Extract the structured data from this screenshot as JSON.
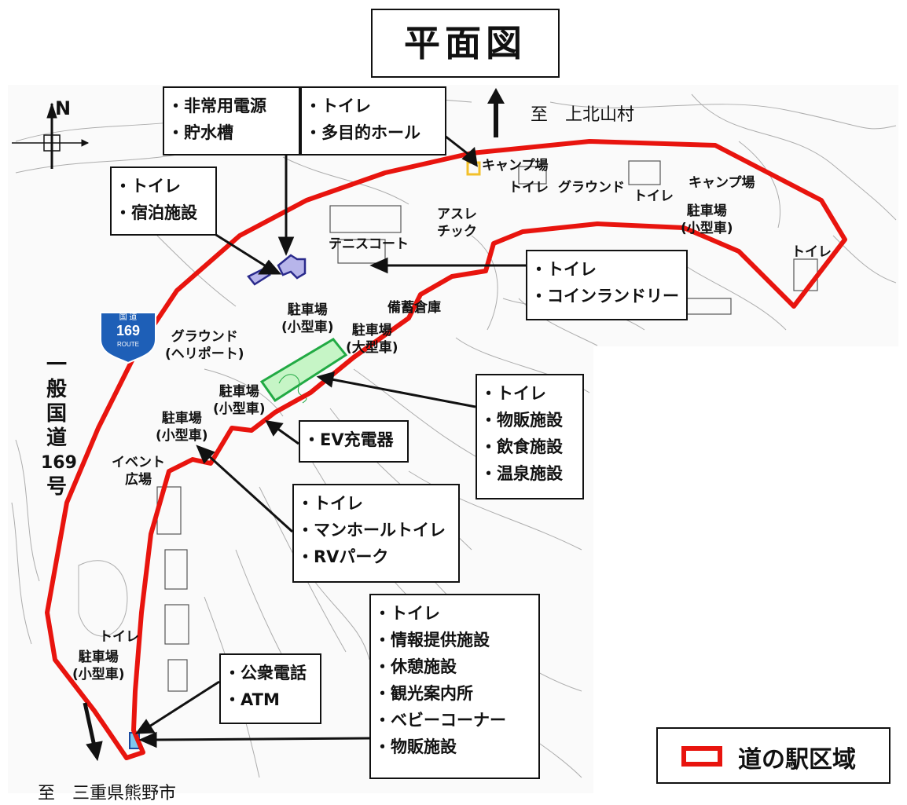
{
  "title": "平面図",
  "directions": {
    "north_mark": "N",
    "to_north": "至　上北山村",
    "to_south": "至　三重県熊野市"
  },
  "route_shield": {
    "top": "国 道",
    "number": "169",
    "bottom": "ROUTE"
  },
  "road_vertical_label": [
    "一",
    "般",
    "国",
    "道",
    "169",
    "号"
  ],
  "callouts": {
    "power": [
      "非常用電源",
      "貯水槽"
    ],
    "hall": [
      "トイレ",
      "多目的ホール"
    ],
    "lodging": [
      "トイレ",
      "宿泊施設"
    ],
    "laundry": [
      "トイレ",
      "コインランドリー"
    ],
    "onsen": [
      "トイレ",
      "物販施設",
      "飲食施設",
      "温泉施設"
    ],
    "ev": [
      "EV充電器"
    ],
    "rv": [
      "トイレ",
      "マンホールトイレ",
      "RVパーク"
    ],
    "phone": [
      "公衆電話",
      "ATM"
    ],
    "main": [
      "トイレ",
      "情報提供施設",
      "休憩施設",
      "観光案内所",
      "ベビーコーナー",
      "物販施設"
    ]
  },
  "map_labels": {
    "camp1": "キャンプ場",
    "toilet1": "トイレ",
    "ground1": "グラウンド",
    "toilet2": "トイレ",
    "camp2": "キャンプ場",
    "parking_ne_a": "駐車場",
    "parking_ne_b": "(小型車)",
    "toilet_ne": "トイレ",
    "athletic_a": "アスレ",
    "athletic_b": "チック",
    "tennis": "テニスコート",
    "storage": "備蓄倉庫",
    "p_small_a": "駐車場",
    "p_small_b": "(小型車)",
    "p_large_a": "駐車場",
    "p_large_b": "(大型車)",
    "heli_a": "グラウンド",
    "heli_b": "(ヘリポート)",
    "p_mid_a": "駐車場",
    "p_mid_b": "(小型車)",
    "p_low_a": "駐車場",
    "p_low_b": "(小型車)",
    "event_a": "イベント",
    "event_b": "広場",
    "toilet_sw": "トイレ",
    "p_sw_a": "駐車場",
    "p_sw_b": "(小型車)"
  },
  "legend": {
    "label": "道の駅区域",
    "color": "#e8140e"
  },
  "colors": {
    "boundary": "#e8140e",
    "lodging_fill": "#b7b5ea",
    "lodging_stroke": "#2a2a8c",
    "onsen_fill": "#c6f5c6",
    "onsen_stroke": "#22aa44",
    "camp_marker": "#f3c02a",
    "station_fill": "#7fc8ef"
  },
  "icons": [
    "compass-icon",
    "arrow-up-icon",
    "arrow-down-icon",
    "route-shield-icon"
  ]
}
